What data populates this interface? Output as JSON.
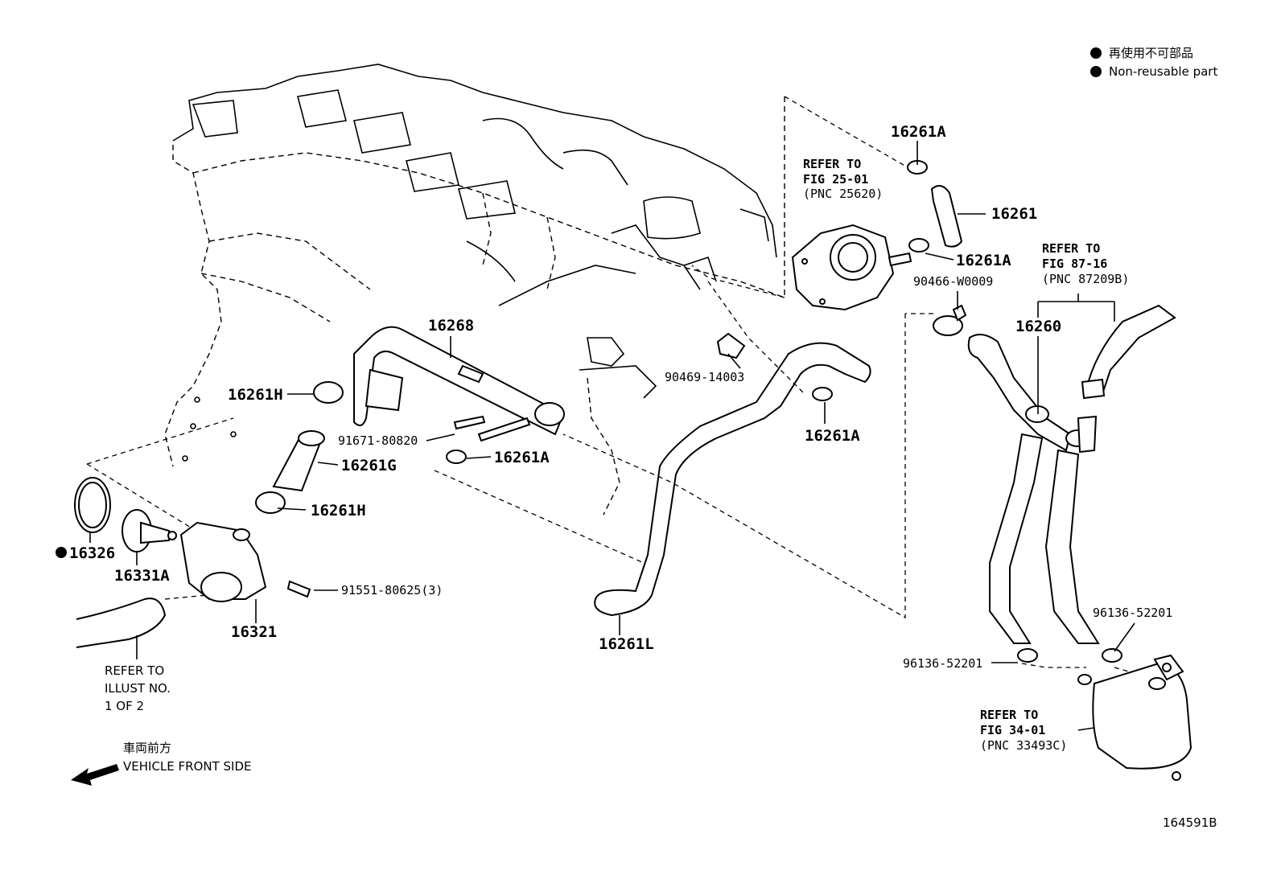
{
  "legend": {
    "jp": "再使用不可部品",
    "en": "Non-reusable part"
  },
  "direction": {
    "jp": "車両前方",
    "en": "VEHICLE FRONT SIDE"
  },
  "figure_id": "164591B",
  "parts": {
    "p16261A_top": "16261A",
    "p16261": "16261",
    "p16261A_mid": "16261A",
    "p90466": "90466-W0009",
    "p16260": "16260",
    "p16268": "16268",
    "p90469": "90469-14003",
    "p16261A_right": "16261A",
    "p16261H_top": "16261H",
    "p91671": "91671-80820",
    "p16261A_low": "16261A",
    "p16261G": "16261G",
    "p16261H_low": "16261H",
    "p16326": "16326",
    "p16331A": "16331A",
    "p91551": "91551-80625(3)",
    "p16321": "16321",
    "p16261L": "16261L",
    "p96136_right": "96136-52201",
    "p96136_left": "96136-52201"
  },
  "refs": {
    "fig25": {
      "l1": "REFER TO",
      "l2": "FIG 25-01",
      "l3": "(PNC 25620)"
    },
    "fig87": {
      "l1": "REFER TO",
      "l2": "FIG 87-16",
      "l3": "(PNC 87209B)"
    },
    "fig34": {
      "l1": "REFER TO",
      "l2": "FIG 34-01",
      "l3": "(PNC 33493C)"
    },
    "illust": {
      "l1": "REFER TO",
      "l2": "ILLUST NO.",
      "l3": "1 OF 2"
    }
  }
}
